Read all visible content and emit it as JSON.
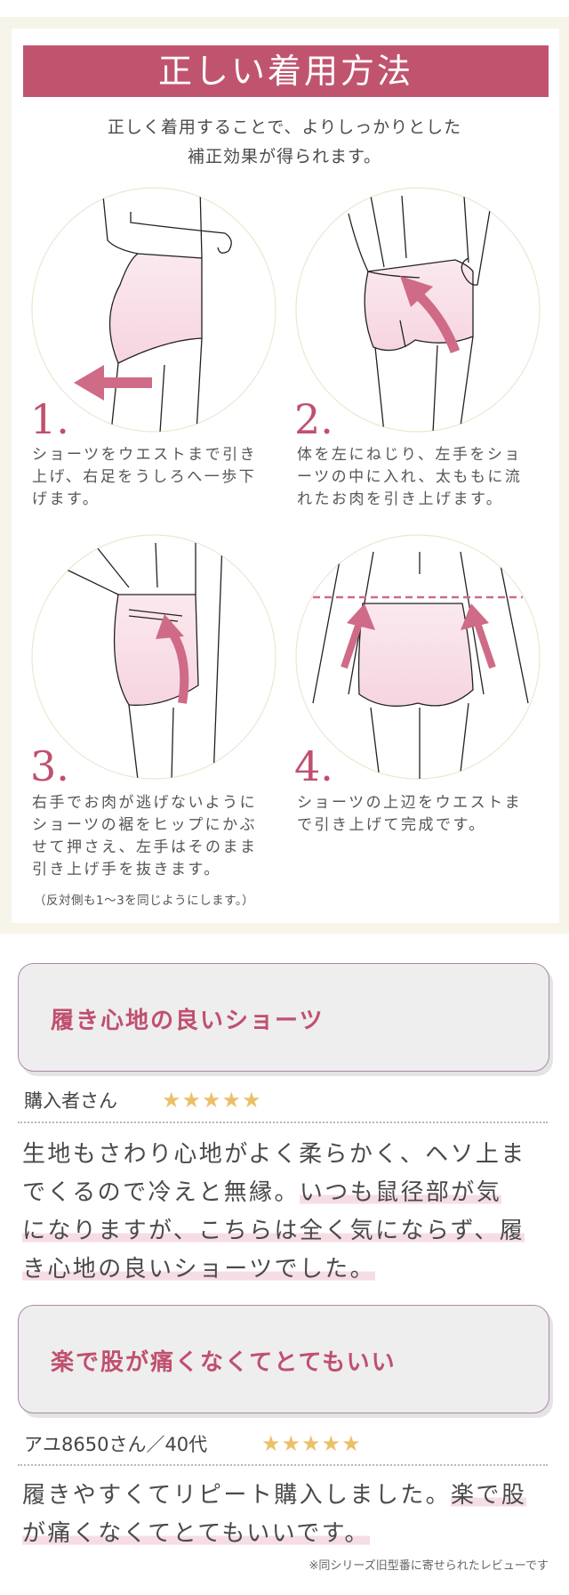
{
  "guide": {
    "title": "正しい着用方法",
    "subtitle_lines": [
      "正しく着用することで、よりしっかりとした",
      "補正効果が得られます。"
    ],
    "steps": [
      {
        "number": "1.",
        "lines": [
          "ショーツをウエストまで引き",
          "上げ、右足をうしろへ一歩下",
          "げます。"
        ]
      },
      {
        "number": "2.",
        "lines": [
          "体を左にねじり、左手をショ",
          "ーツの中に入れ、太ももに流",
          "れたお肉を引き上げます。"
        ]
      },
      {
        "number": "3.",
        "lines": [
          "右手でお肉が逃げないように",
          "ショーツの裾をヒップにかぶ",
          "せて押さえ、左手はそのまま",
          "引き上げ手を抜きます。"
        ],
        "note": "（反対側も1〜3を同じようにします。）"
      },
      {
        "number": "4.",
        "lines": [
          "ショーツの上辺をウエストま",
          "で引き上げて完成です。"
        ]
      }
    ]
  },
  "reviews": [
    {
      "title": "履き心地の良いショーツ",
      "reviewer": "購入者さん",
      "rating": 5,
      "stars": "★★★★★",
      "body": [
        {
          "text": "生地もさわり心地がよく柔らかく、ヘソ上ま",
          "highlight": ""
        },
        {
          "text": "でくるので冷えと無縁。",
          "highlight": "いつも鼠径部が気"
        },
        {
          "text": "",
          "highlight": "になりますが、こちらは全く気にならず、履"
        },
        {
          "text": "",
          "highlight": "き心地の良いショーツでした。"
        }
      ]
    },
    {
      "title": "楽で股が痛くなくてとてもいい",
      "reviewer": "アユ8650さん／40代",
      "rating": 5,
      "stars": "★★★★★",
      "body": [
        {
          "text": "履きやすくてリピート購入しました。",
          "highlight": "楽で股"
        },
        {
          "text": "",
          "highlight": "が痛くなくてとてもいいです。"
        }
      ]
    }
  ],
  "footnote": "※同シリーズ旧型番に寄せられたレビューです",
  "colors": {
    "accent": "#c0546f",
    "star": "#ecc06a",
    "highlight": "#f6dde3",
    "box_border": "#a88aa9",
    "cream": "#f7f4ea"
  }
}
